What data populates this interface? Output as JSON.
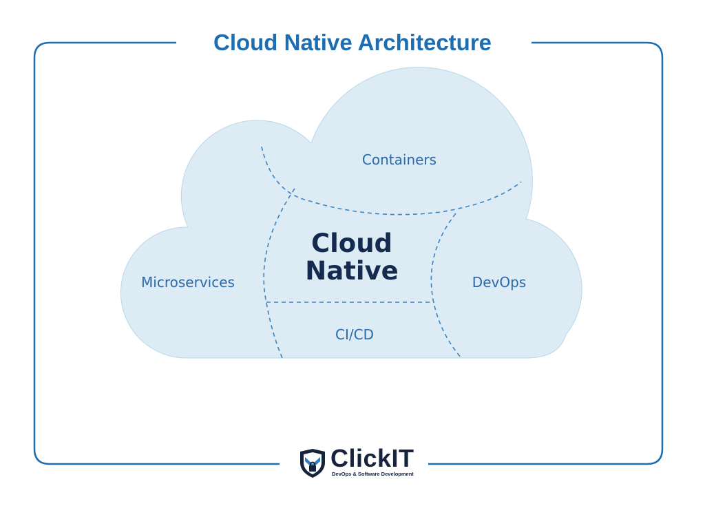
{
  "title": "Cloud Native Architecture",
  "center": {
    "line1": "Cloud",
    "line2": "Native"
  },
  "segments": {
    "containers": "Containers",
    "microservices": "Microservices",
    "devops": "DevOps",
    "cicd": "CI/CD"
  },
  "logo": {
    "name": "ClickIT",
    "tagline": "DevOps & Software Development"
  },
  "colors": {
    "frame": "#1f6db1",
    "cloud_fill": "#dcebf4",
    "dashes": "#3a83c2",
    "title": "#1f6db1",
    "center_text": "#142b4f",
    "logo_dark": "#16233c",
    "logo_blue": "#2f7dc2"
  }
}
